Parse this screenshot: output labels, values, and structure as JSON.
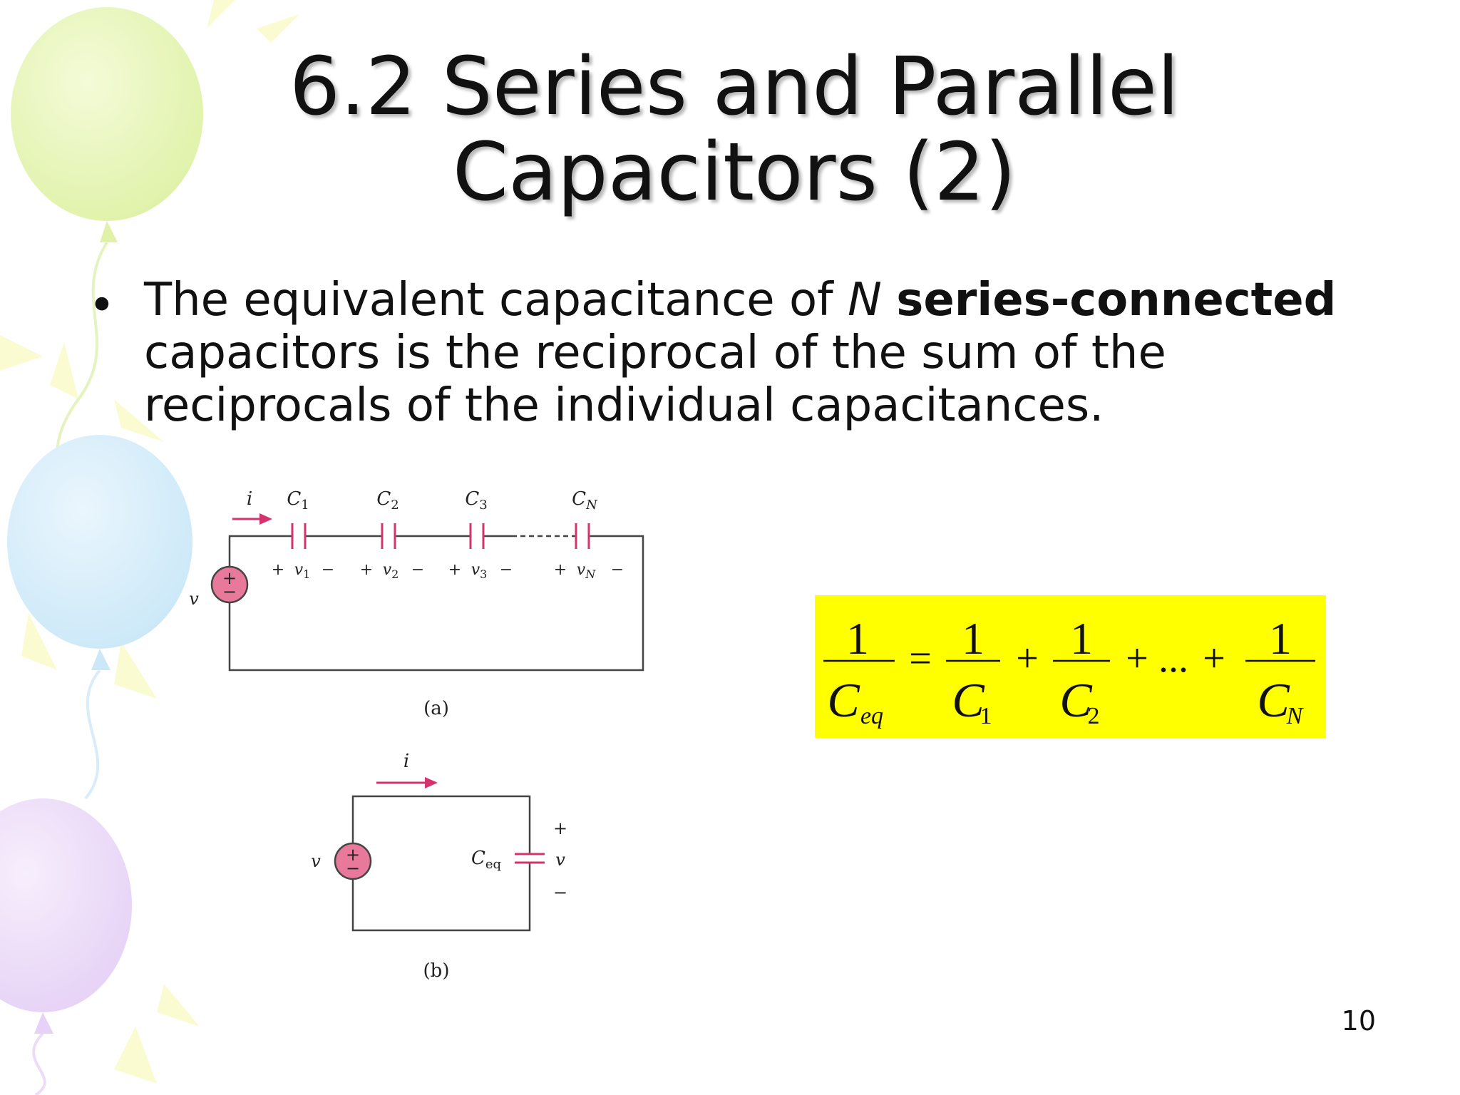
{
  "slide": {
    "title_line1": "6.2 Series and Parallel",
    "title_line2": "Capacitors (2)",
    "bullet": {
      "part1": "The equivalent capacitance of ",
      "italic_N": "N",
      "space": " ",
      "bold_text": "series-connected",
      "part2": " capacitors is the reciprocal of the sum of the reciprocals of the individual capacitances."
    },
    "page_number": "10"
  },
  "circuit_a": {
    "current": "i",
    "source_voltage": "v",
    "plus": "+",
    "minus": "−",
    "caps": [
      {
        "base": "C",
        "sub": "1",
        "v_base": "v",
        "v_sub": "1"
      },
      {
        "base": "C",
        "sub": "2",
        "v_base": "v",
        "v_sub": "2"
      },
      {
        "base": "C",
        "sub": "3",
        "v_base": "v",
        "v_sub": "3"
      },
      {
        "base": "C",
        "sub": "N",
        "v_base": "v",
        "v_sub": "N"
      }
    ],
    "caption": "(a)"
  },
  "circuit_b": {
    "current": "i",
    "source_voltage": "v",
    "cap_base": "C",
    "cap_sub": "eq",
    "v_plus": "+",
    "v_label": "v",
    "v_minus": "−",
    "caption": "(b)"
  },
  "formula": {
    "one": "1",
    "C": "C",
    "sub_eq": "eq",
    "sub_1": "1",
    "sub_2": "2",
    "sub_N": "N",
    "equals": "=",
    "plus": "+",
    "ellipsis": "...",
    "box_color": "#ffff00"
  },
  "colors": {
    "wire": "#444444",
    "arrow": "#d6336c",
    "cap_plate": "#d6336c",
    "source_fill": "#e8799a"
  }
}
